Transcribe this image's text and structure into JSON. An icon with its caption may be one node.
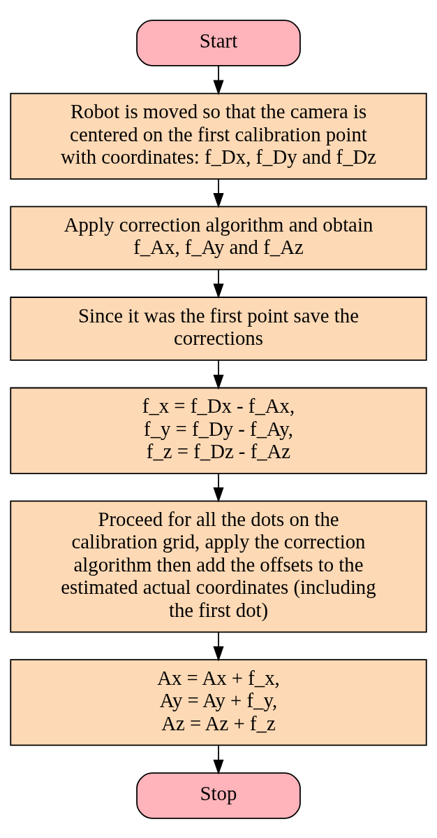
{
  "diagram": {
    "nodes": [
      {
        "text": [
          "Start"
        ]
      },
      {
        "text": [
          "Robot is moved so that the camera is centered on the first calibration point with coordinates: f_Dx, f_Dy and f_Dz"
        ]
      },
      {
        "text": [
          "Apply correction algorithm and obtain f_Ax, f_Ay and f_Az"
        ]
      },
      {
        "text": [
          "Since it was the first point save the corrections"
        ]
      },
      {
        "text": [
          "f_x = f_Dx - f_Ax, f_y = f_Dy - f_Ay, f_z = f_Dz - f_Az"
        ]
      },
      {
        "text": [
          "Proceed for all the dots on the calibration grid, apply the correction algorithm then add the offsets to the estimated actual coordinates (including the first dot)"
        ]
      },
      {
        "text": [
          "Ax = Ax + f_x, Ay = Ay + f_y, Az = Az + f_z"
        ]
      },
      {
        "text": [
          "Stop"
        ]
      }
    ],
    "edges": [
      {
        "from": 0,
        "to": 1,
        "arrow": "to"
      },
      {
        "from": 1,
        "to": 2,
        "arrow": "to"
      },
      {
        "from": 2,
        "to": 3,
        "arrow": "to"
      },
      {
        "from": 3,
        "to": 4,
        "arrow": "to"
      },
      {
        "from": 4,
        "to": 5,
        "arrow": "to"
      },
      {
        "from": 5,
        "to": 6,
        "arrow": "to"
      },
      {
        "from": 6,
        "to": 7,
        "arrow": "to"
      }
    ]
  }
}
